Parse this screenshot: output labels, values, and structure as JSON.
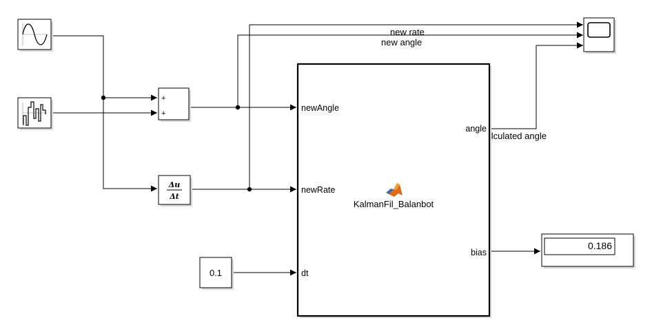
{
  "blocks": {
    "sine_wave": {
      "icon": "sine-wave-icon"
    },
    "random_signal": {
      "icon": "step-signal-icon"
    },
    "sum": {
      "signs": [
        "+",
        "+"
      ]
    },
    "derivative": {
      "numerator": "Δu",
      "denominator": "Δt"
    },
    "constant": {
      "value": "0.1"
    },
    "kalman": {
      "name": "KalmanFil_Balanbot",
      "icon": "matlab-logo-icon",
      "inputs": [
        "newAngle",
        "newRate",
        "dt"
      ],
      "outputs": [
        "angle",
        "bias"
      ]
    },
    "scope": {
      "icon": "scope-screen-icon"
    },
    "display": {
      "value": "0.186"
    }
  },
  "signals": {
    "new_rate": "new rate",
    "new_angle": "new angle",
    "calculated_angle": "calculated angle"
  }
}
